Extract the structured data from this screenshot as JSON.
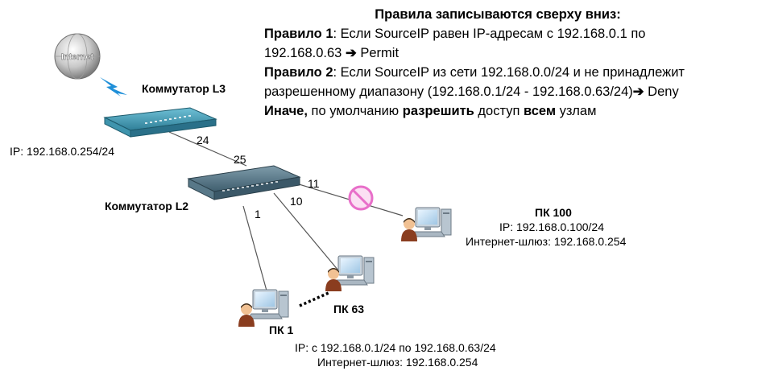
{
  "rules": {
    "title": "Правила записываются сверху вниз:",
    "rule1_label": "Правило 1",
    "rule1_text_a": ": Если SourceIP равен IP-адресам с 192.168.0.1 по",
    "rule1_text_b": "192.168.0.63",
    "rule1_action": "Permit",
    "rule2_label": "Правило 2",
    "rule2_text_a": ": Если SourceIP из сети 192.168.0.0/24 и не принадлежит",
    "rule2_text_b": "разрешенному диапазону (192.168.0.1/24 - 192.168.0.63/24)",
    "rule2_action": "Deny",
    "else_label": "Иначе,",
    "else_text_a": " по умолчанию ",
    "else_allow": "разрешить",
    "else_text_b": " доступ ",
    "else_all": "всем",
    "else_text_c": " узлам",
    "arrow": "➔"
  },
  "nodes": {
    "internet": {
      "label": "Internet"
    },
    "switch_l3": {
      "label": "Коммутатор L3",
      "ip": "IP: 192.168.0.254/24"
    },
    "switch_l2": {
      "label": "Коммутатор L2"
    },
    "pc100": {
      "label": "ПК 100",
      "ip": "IP: 192.168.0.100/24",
      "gateway": "Интернет-шлюз: 192.168.0.254"
    },
    "pc63": {
      "label": "ПК 63"
    },
    "pc1": {
      "label": "ПК 1",
      "ip": "IP: с 192.168.0.1/24 по 192.168.0.63/24",
      "gateway": "Интернет-шлюз: 192.168.0.254"
    }
  },
  "ports": {
    "p24": "24",
    "p25": "25",
    "p11": "11",
    "p10": "10",
    "p1": "1"
  },
  "colors": {
    "switch_l3": "#3a8fa8",
    "switch_l2": "#4f6f80",
    "deny_sign": "#e86fc9",
    "link": "#555555",
    "lightning": "#1f8fd8"
  }
}
